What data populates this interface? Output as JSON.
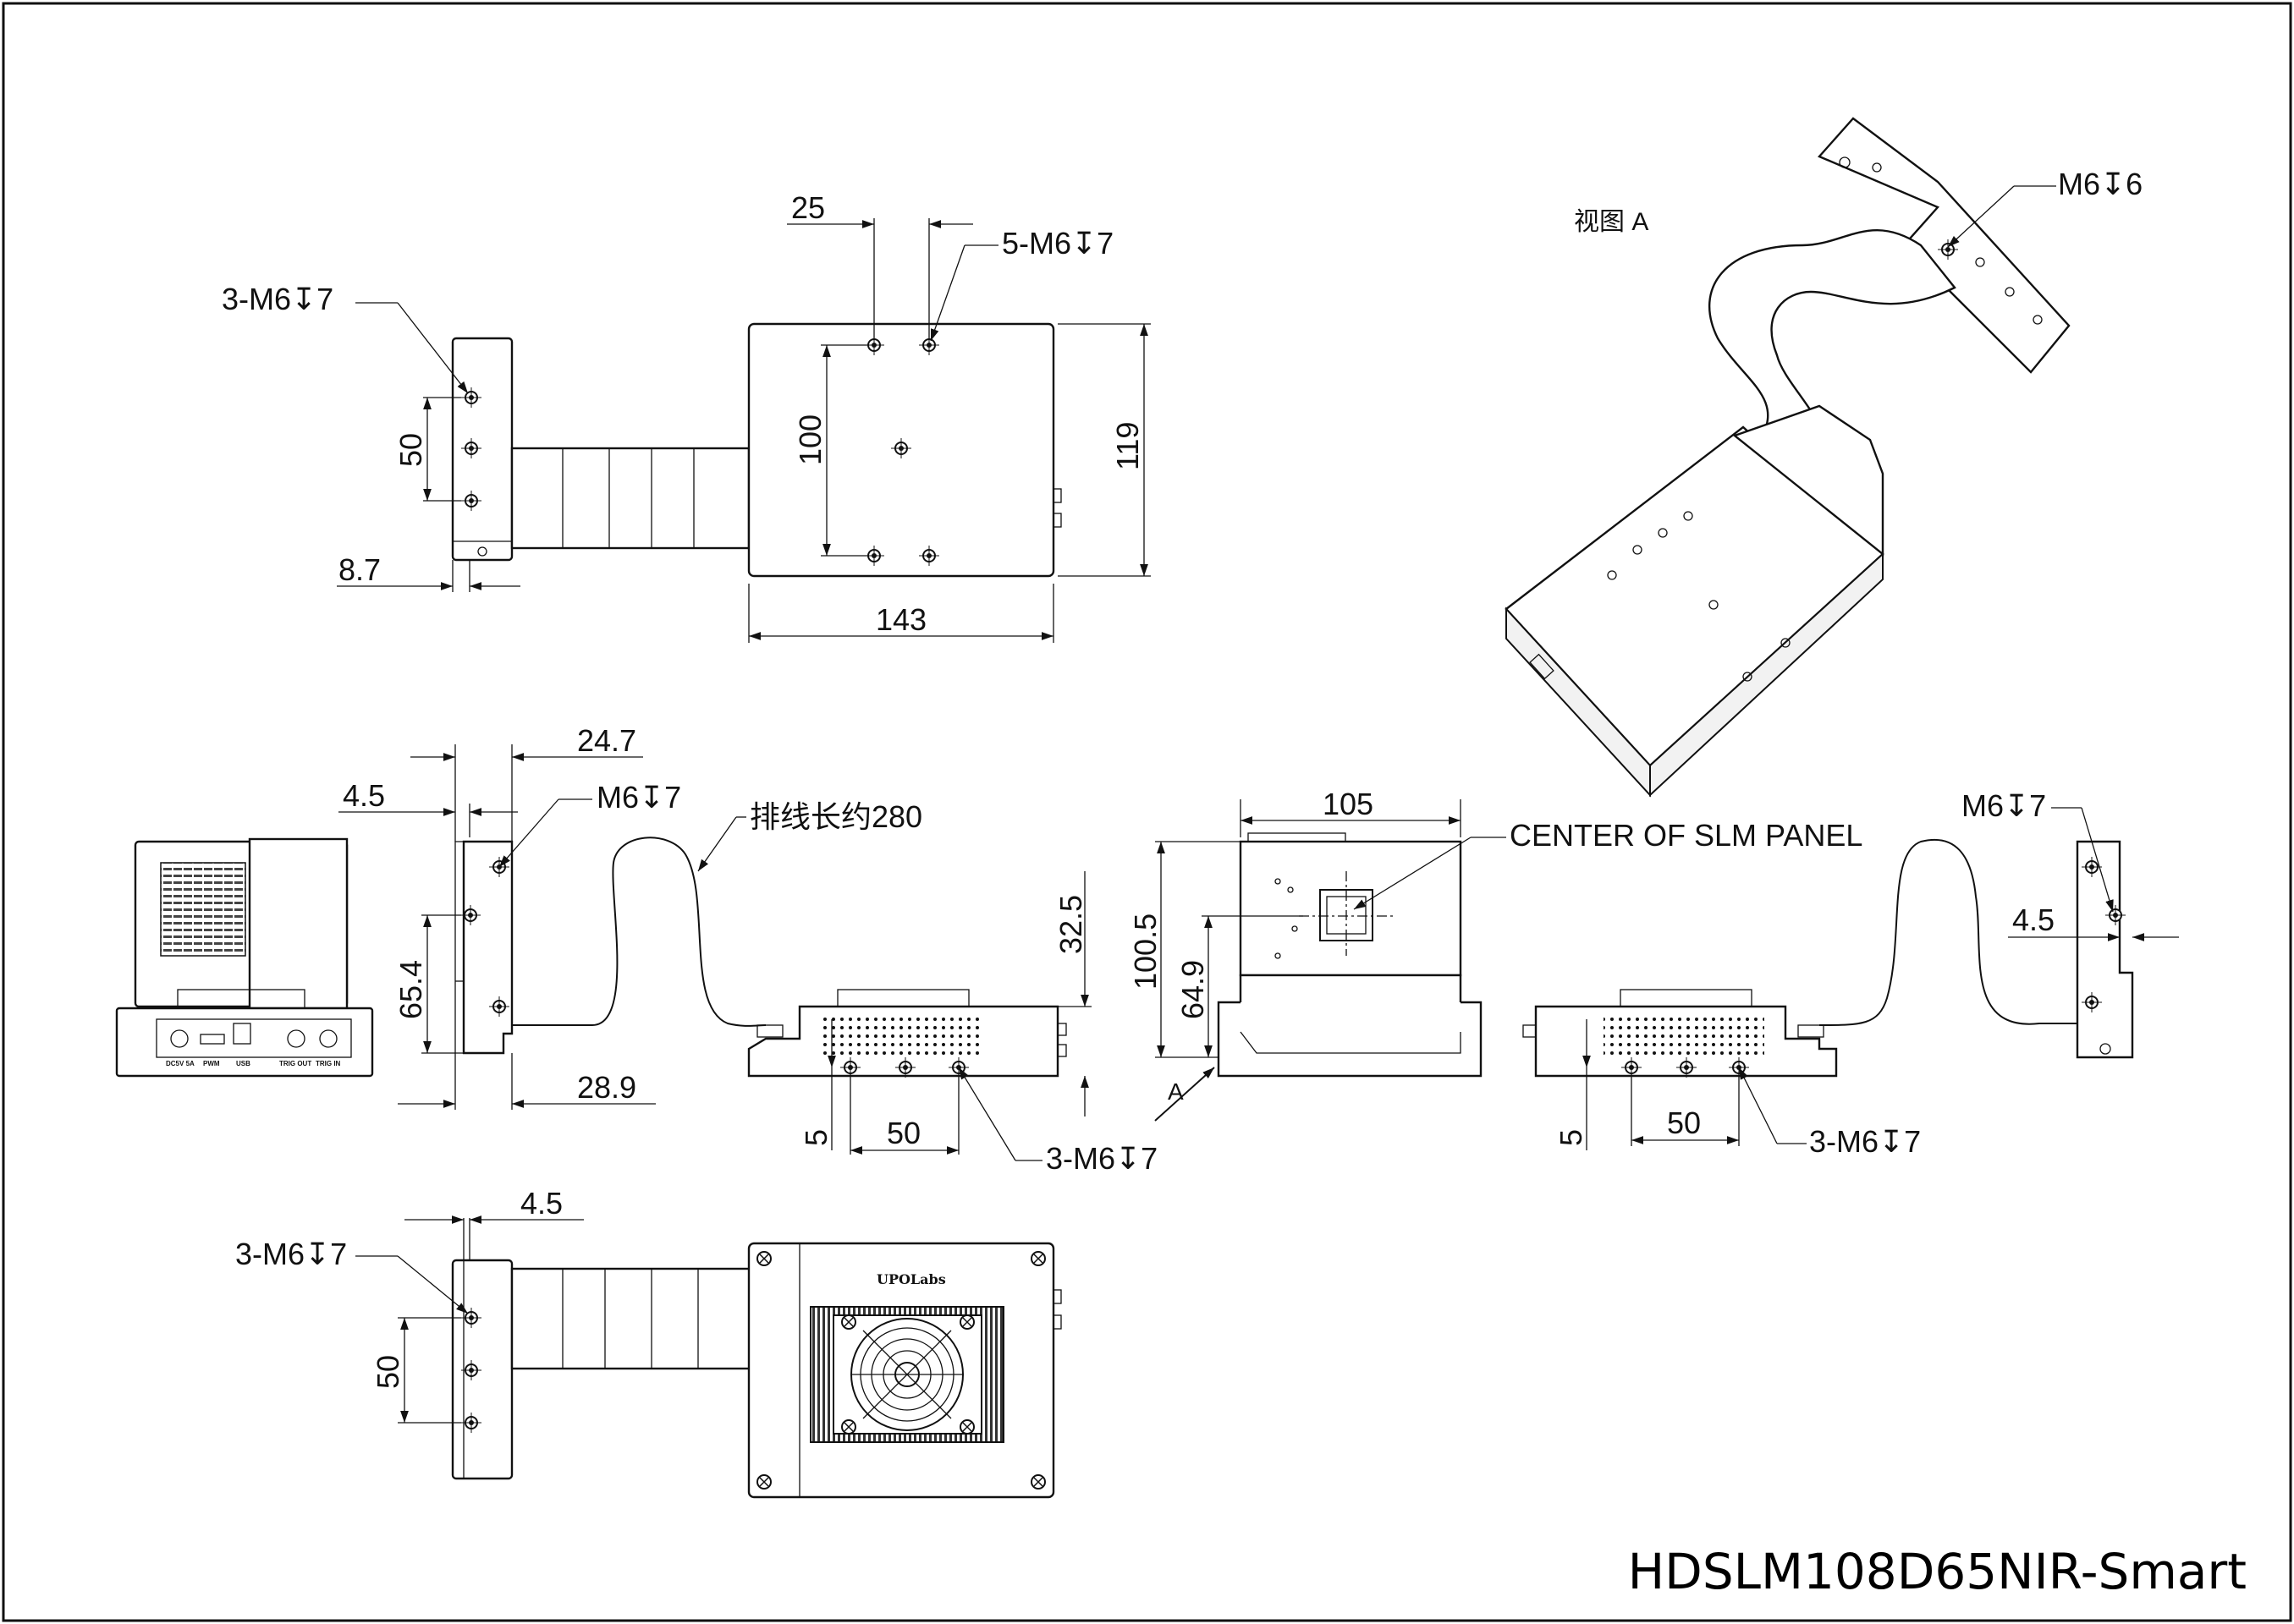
{
  "drawing": {
    "title": "HDSLM108D65NIR-Smart",
    "view_label": "视图 A",
    "cable_note": "排线长约280",
    "center_note": "CENTER OF SLM PANEL",
    "view_arrow_label": "A",
    "brand_label": "UPOLabs"
  },
  "top_view": {
    "dim_25": "25",
    "holes_5": "5-M6↧7",
    "holes_3": "3-M6↧7",
    "dim_50": "50",
    "dim_100": "100",
    "dim_119": "119",
    "dim_8_7": "8.7",
    "dim_143": "143"
  },
  "iso_view": {
    "hole": "M6↧6"
  },
  "side_left": {
    "ports": [
      "DC5V 5A",
      "PWM",
      "USB",
      "TRIG OUT",
      "TRIG IN"
    ]
  },
  "bracket_view": {
    "dim_24_7": "24.7",
    "dim_4_5": "4.5",
    "hole": "M6↧7",
    "dim_65_4": "65.4",
    "dim_28_9": "28.9"
  },
  "driver_side_view": {
    "dim_32_5": "32.5",
    "dim_5": "5",
    "dim_50": "50",
    "holes": "3-M6↧7"
  },
  "front_view": {
    "dim_105": "105",
    "dim_100_5": "100.5",
    "dim_64_9": "64.9"
  },
  "right_side_view": {
    "dim_5": "5",
    "dim_50": "50",
    "holes": "3-M6↧7",
    "bracket_hole": "M6↧7",
    "dim_4_5": "4.5"
  },
  "bottom_view": {
    "holes_3": "3-M6↧7",
    "dim_4_5": "4.5",
    "dim_50": "50"
  }
}
